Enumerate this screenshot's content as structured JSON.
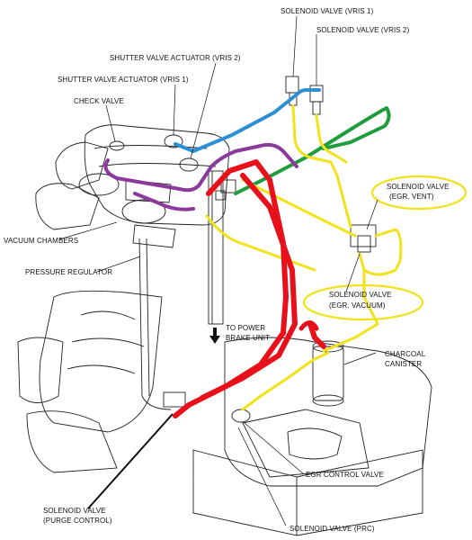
{
  "labels": {
    "solenoid_vris1": "SOLENOID VALVE (VRIS 1)",
    "solenoid_vris2": "SOLENOID VALVE (VRIS 2)",
    "shutter_vris2": "SHUTTER VALVE ACTUATOR (VRIS 2)",
    "shutter_vris1": "SHUTTER VALVE ACTUATOR (VRIS 1)",
    "check_valve": "CHECK VALVE",
    "solenoid_egr_vent_1": "SOLENOID VALVE",
    "solenoid_egr_vent_2": "(EGR. VENT)",
    "vacuum_chambers": "VACUUM CHAMBERS",
    "pressure_regulator": "PRESSURE REGULATOR",
    "solenoid_egr_vacuum_1": "SOLENOID VALVE",
    "solenoid_egr_vacuum_2": "(EGR. VACUUM)",
    "to_power_1": "TO POWER",
    "to_power_2": "BRAKE UNIT",
    "charcoal_1": "CHARCOAL",
    "charcoal_2": "CANISTER",
    "egr_control_valve": "EGR CONTROL VALVE",
    "solenoid_purge_1": "SOLENOID VALVE",
    "solenoid_purge_2": "(PURGE CONTROL)",
    "solenoid_prc": "SOLENOID VALVE (PRC)"
  },
  "colors": {
    "blue_line": "#2b8fd6",
    "green_line": "#1f9c3c",
    "purple_line": "#8b3a9c",
    "yellow_line": "#f2e21a",
    "red_line": "#e8101a",
    "highlight_ellipse": "#f2e21a",
    "line_art": "#222222"
  }
}
